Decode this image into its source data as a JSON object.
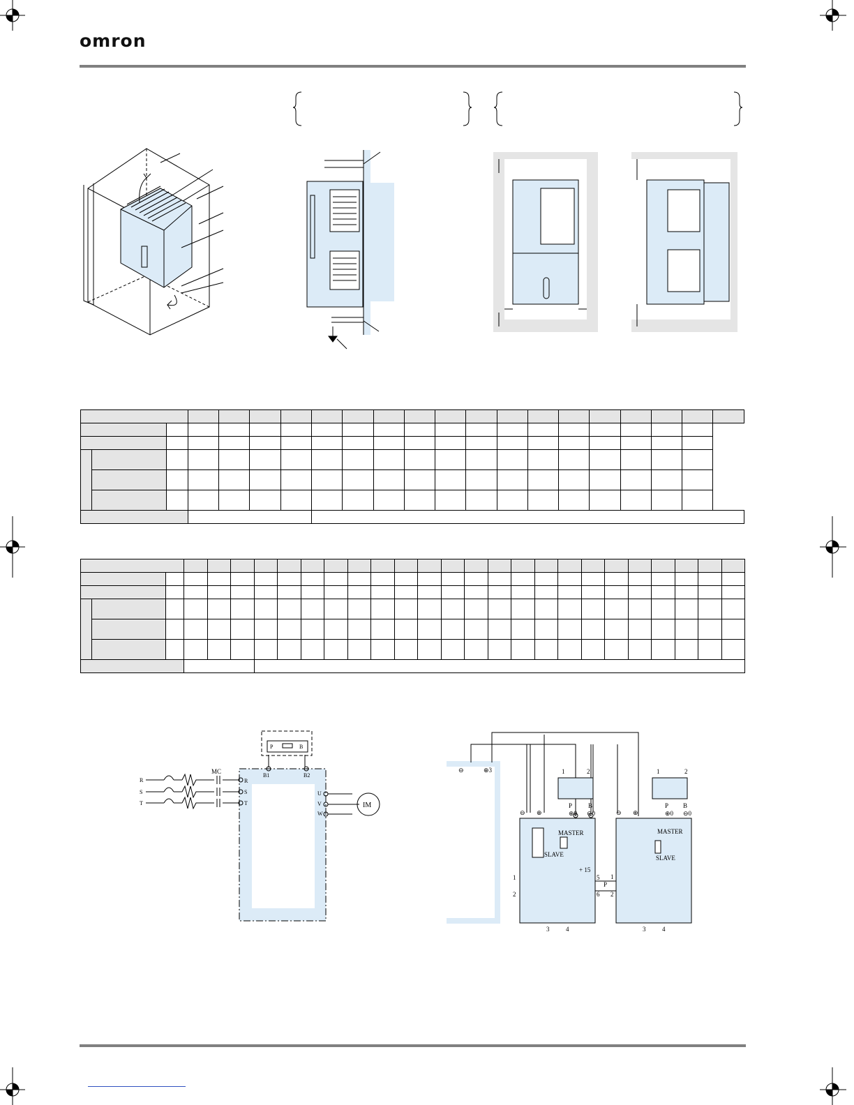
{
  "header": {
    "logo": "omron"
  },
  "diagram_labels": {
    "wiring_left": {
      "r": "R",
      "s": "S",
      "t": "T",
      "mc": "MC",
      "p": "P",
      "b": "B",
      "b1": "B1",
      "b2": "B2",
      "u": "U",
      "v": "V",
      "w": "W",
      "motor": "IM"
    },
    "wiring_right": {
      "master": "MASTER",
      "slave": "SLAVE",
      "p": "P",
      "b": "B",
      "plus15": "+ 15",
      "n1": "1",
      "n2": "2",
      "n3": "3",
      "n4": "4",
      "n5": "5",
      "n6": "6",
      "plus3": "⊕3",
      "minus": "⊖",
      "plus": "⊕",
      "plus0": "⊕0",
      "minus0": "⊖0"
    }
  },
  "colors": {
    "panel_fill": "#dcebf7",
    "rule": "#808080"
  }
}
